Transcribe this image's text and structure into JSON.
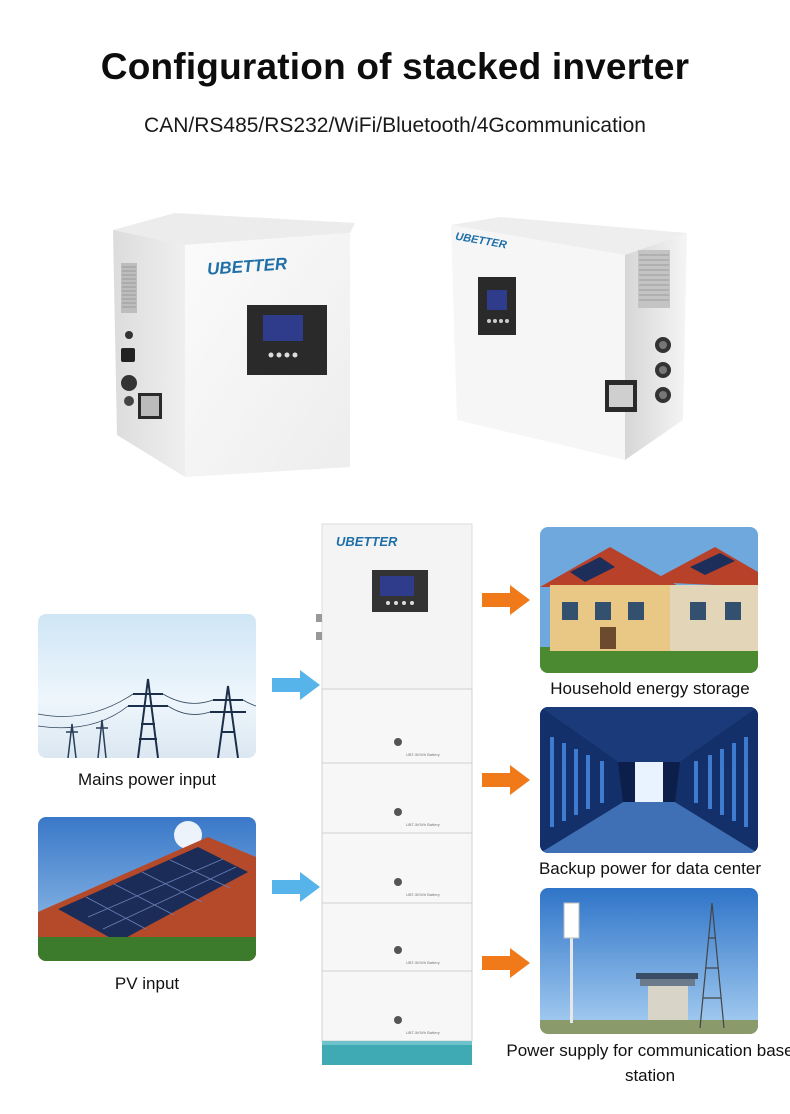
{
  "header": {
    "title": "Configuration of stacked inverter",
    "subtitle": "CAN/RS485/RS232/WiFi/Bluetooth/4Gcommunication"
  },
  "brand": {
    "logo_text": "UBETTER",
    "color": "#1f6fa8"
  },
  "battery_module_label": "UBT-5KWh Battery",
  "inputs": [
    {
      "label": "Mains power input",
      "icon": "power-tower-photo"
    },
    {
      "label": "PV input",
      "icon": "solar-roof-photo"
    }
  ],
  "outputs": [
    {
      "label": "Household energy storage",
      "icon": "house-photo"
    },
    {
      "label": "Backup power for data center",
      "icon": "data-center-photo"
    },
    {
      "label": "Power supply for communication base station",
      "icon": "base-station-photo"
    }
  ],
  "colors": {
    "input_arrow": "#56b4ea",
    "output_arrow": "#f07a1a",
    "cabinet": "#f2f2f2",
    "cabinet_base": "#3fa9b4",
    "screen": "#2f3c8c"
  }
}
